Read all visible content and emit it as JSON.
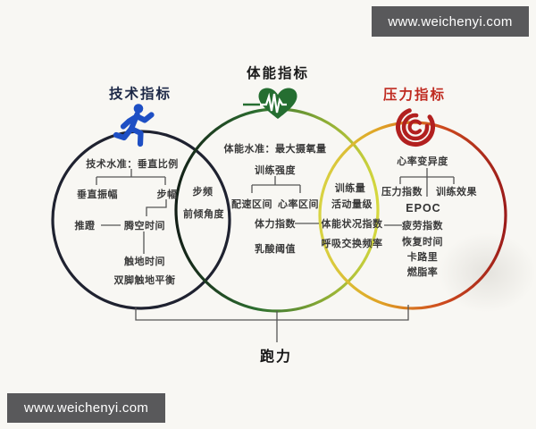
{
  "watermarks": {
    "top": "www.weichenyi.com",
    "bottom": "www.weichenyi.com"
  },
  "footer_label": "跑力",
  "colors": {
    "tech_circle": "#1f2230",
    "fitness_green": "#2c6e2f",
    "overlap_yellow": "#d6d83e",
    "stress_red": "#a8201d",
    "runner_blue": "#1e4fc4",
    "heart_green": "#256e31",
    "spiral_red": "#b2201f",
    "watermark_bg": "#59595b",
    "connector_gray": "#555555"
  },
  "tech": {
    "title": "技术指标",
    "level": "技术水准：垂直比例",
    "vertical_oscillation": "垂直振幅",
    "stride_length": "步幅",
    "push_off": "推蹬",
    "flight_time": "腾空时间",
    "ground_contact_time": "触地时间",
    "gct_balance": "双脚触地平衡"
  },
  "tech_fitness": {
    "cadence": "步频",
    "lean_angle": "前倾角度"
  },
  "fitness": {
    "title": "体能指标",
    "level": "体能水准：最大摄氧量",
    "training_intensity": "训练强度",
    "pace_zone": "配速区间",
    "hr_zone": "心率区间",
    "stamina_index": "体力指数",
    "lactate_threshold": "乳酸阈值"
  },
  "fitness_stress": {
    "training_volume": "训练量",
    "activity_level": "活动量级",
    "fitness_condition_index": "体能状况指数",
    "respiratory_exchange_rate": "呼吸交换频率"
  },
  "stress": {
    "title": "压力指标",
    "hrv": "心率变异度",
    "stress_index": "压力指数",
    "training_effect": "训练效果",
    "epoc": "EPOC",
    "fatigue_index": "疲劳指数",
    "recovery_time": "恢复时间",
    "calories": "卡路里",
    "fat_burn_rate": "燃脂率"
  }
}
